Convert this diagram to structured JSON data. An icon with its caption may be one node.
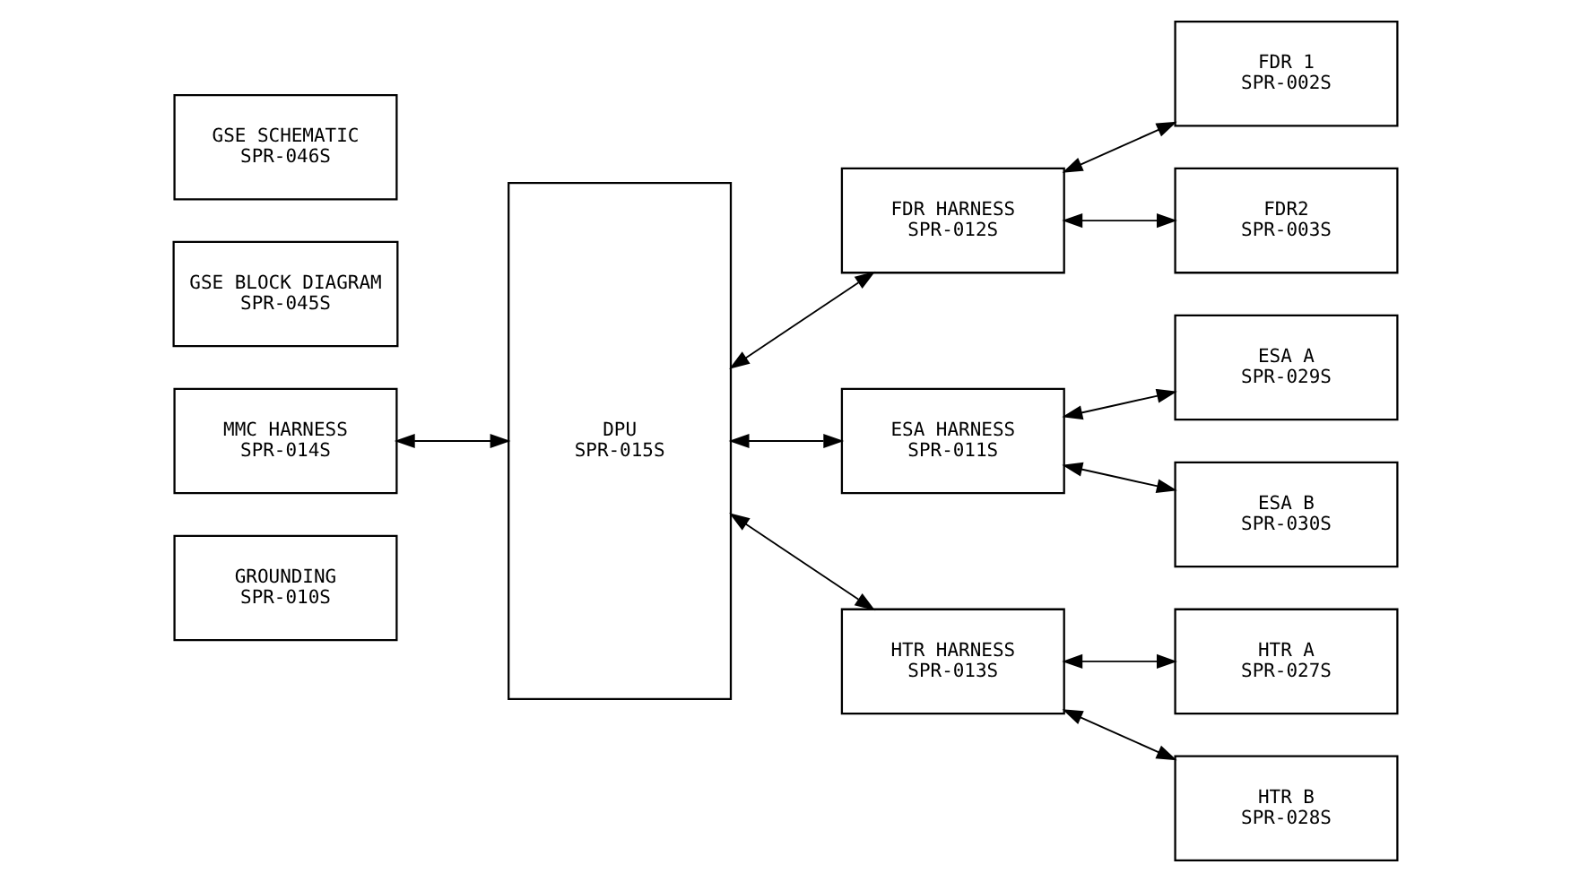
{
  "diagram": {
    "nodes": [
      {
        "text": [
          "GROUNDING",
          "SPR-010S"
        ]
      },
      {
        "text": [
          "MMC HARNESS",
          "SPR-014S"
        ]
      },
      {
        "text": [
          "GSE BLOCK DIAGRAM",
          "SPR-045S"
        ]
      },
      {
        "text": [
          "GSE SCHEMATIC",
          "SPR-046S"
        ]
      },
      {
        "text": [
          "DPU",
          "SPR-015S"
        ]
      },
      {
        "text": [
          "FDR HARNESS",
          "SPR-012S"
        ]
      },
      {
        "text": [
          "ESA HARNESS",
          "SPR-011S"
        ]
      },
      {
        "text": [
          "HTR HARNESS",
          "SPR-013S"
        ]
      },
      {
        "text": [
          "FDR 1",
          "SPR-002S"
        ]
      },
      {
        "text": [
          "FDR2",
          "SPR-003S"
        ]
      },
      {
        "text": [
          "ESA A",
          "SPR-029S"
        ]
      },
      {
        "text": [
          "ESA B",
          "SPR-030S"
        ]
      },
      {
        "text": [
          "HTR A",
          "SPR-027S"
        ]
      },
      {
        "text": [
          "HTR B",
          "SPR-028S"
        ]
      }
    ],
    "edges": [
      {
        "from": 1,
        "to": 4,
        "arrow": "both"
      },
      {
        "from": 4,
        "to": 5,
        "arrow": "both"
      },
      {
        "from": 4,
        "to": 6,
        "arrow": "both"
      },
      {
        "from": 4,
        "to": 7,
        "arrow": "both"
      },
      {
        "from": 5,
        "to": 8,
        "arrow": "both"
      },
      {
        "from": 5,
        "to": 9,
        "arrow": "both"
      },
      {
        "from": 6,
        "to": 10,
        "arrow": "both"
      },
      {
        "from": 6,
        "to": 11,
        "arrow": "both"
      },
      {
        "from": 7,
        "to": 12,
        "arrow": "both"
      },
      {
        "from": 7,
        "to": 13,
        "arrow": "both"
      }
    ]
  }
}
